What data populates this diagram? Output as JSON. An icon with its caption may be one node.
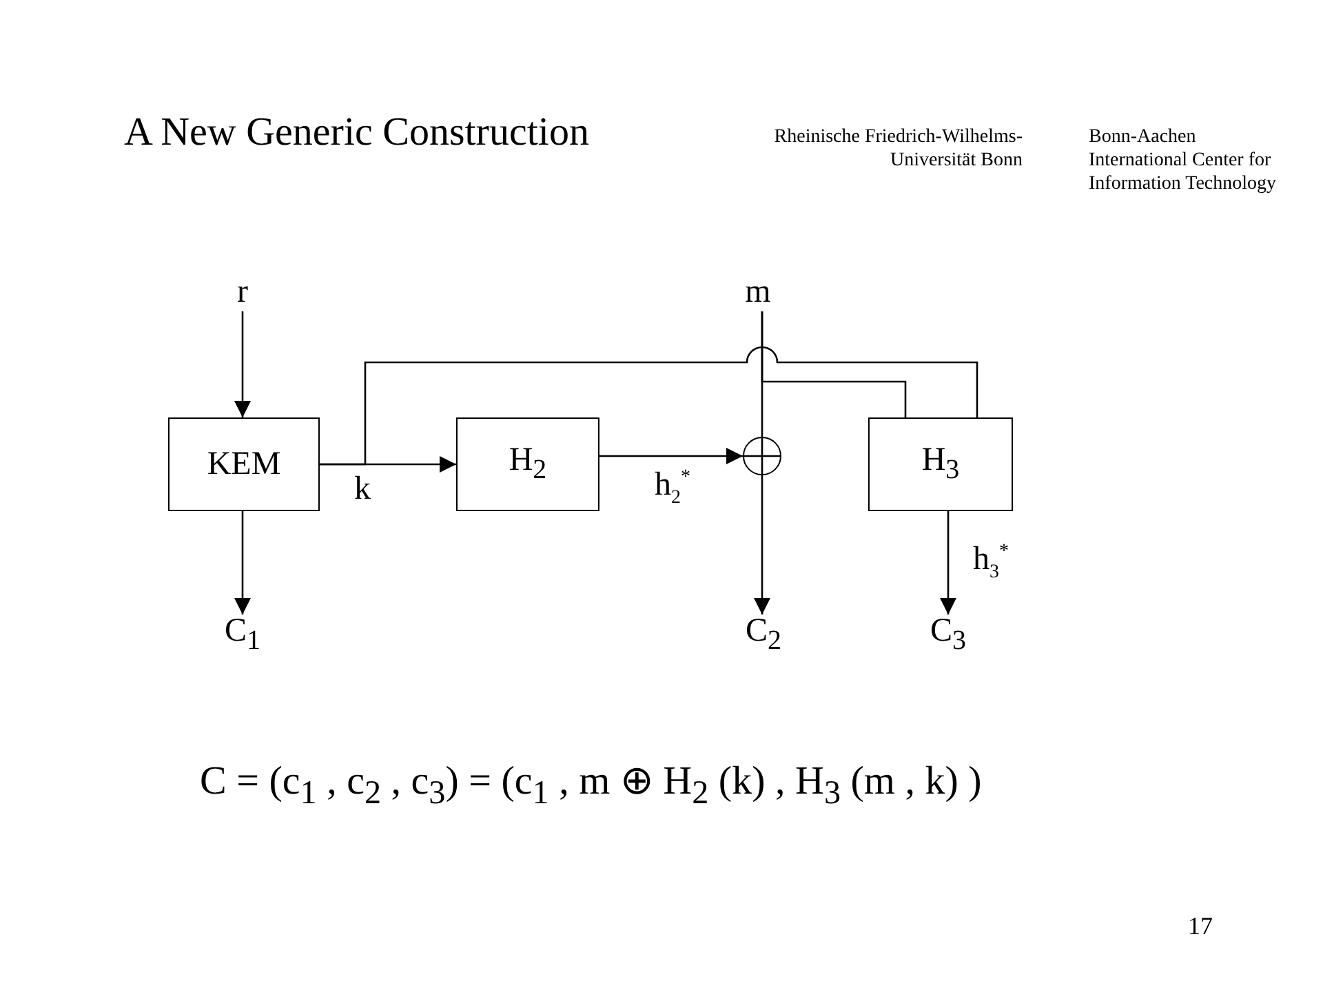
{
  "diagram": {
    "title": "A New Generic Construction",
    "nodes": [
      {
        "text": [
          "r"
        ]
      },
      {
        "text": [
          "m"
        ]
      },
      {
        "text": [
          "KEM"
        ]
      },
      {
        "text": [
          "H$_{2}$"
        ]
      },
      {
        "text": [],
        "shape": "circle"
      },
      {
        "text": [
          "H$_{3}$"
        ]
      },
      {
        "text": [
          "C$_{1}$"
        ]
      },
      {
        "text": [
          "C$_{2}$"
        ]
      },
      {
        "text": [
          "C$_{3}$"
        ]
      }
    ],
    "edges": [
      {
        "from": 0,
        "to": 2,
        "arrow": "to"
      },
      {
        "from": 2,
        "to": 3,
        "arrow": "to",
        "label": "k"
      },
      {
        "from": 3,
        "to": 4,
        "arrow": "to",
        "label": "h$_{2}$$^{*}$"
      },
      {
        "from": 2,
        "to": 5,
        "arrow": "none"
      },
      {
        "from": 1,
        "to": 4,
        "arrow": "none"
      },
      {
        "from": 1,
        "to": 5,
        "arrow": "none"
      },
      {
        "from": 4,
        "to": 7,
        "arrow": "to"
      },
      {
        "from": 2,
        "to": 6,
        "arrow": "to"
      },
      {
        "from": 5,
        "to": 8,
        "arrow": "to",
        "label": "h$_{3}$$^{*}$"
      }
    ],
    "labels": [
      "Rheinische Friedrich-Wilhelms-Universität Bonn",
      "Bonn-Aachen International Center for Information Technology",
      "C = (c$_{1}$ , c$_{2}$ , c$_{3}$) =  (c$_{1}$ , m ⊕ H$_{2}$ (k) , H$_{3}$ (m , k) )",
      "17"
    ]
  }
}
